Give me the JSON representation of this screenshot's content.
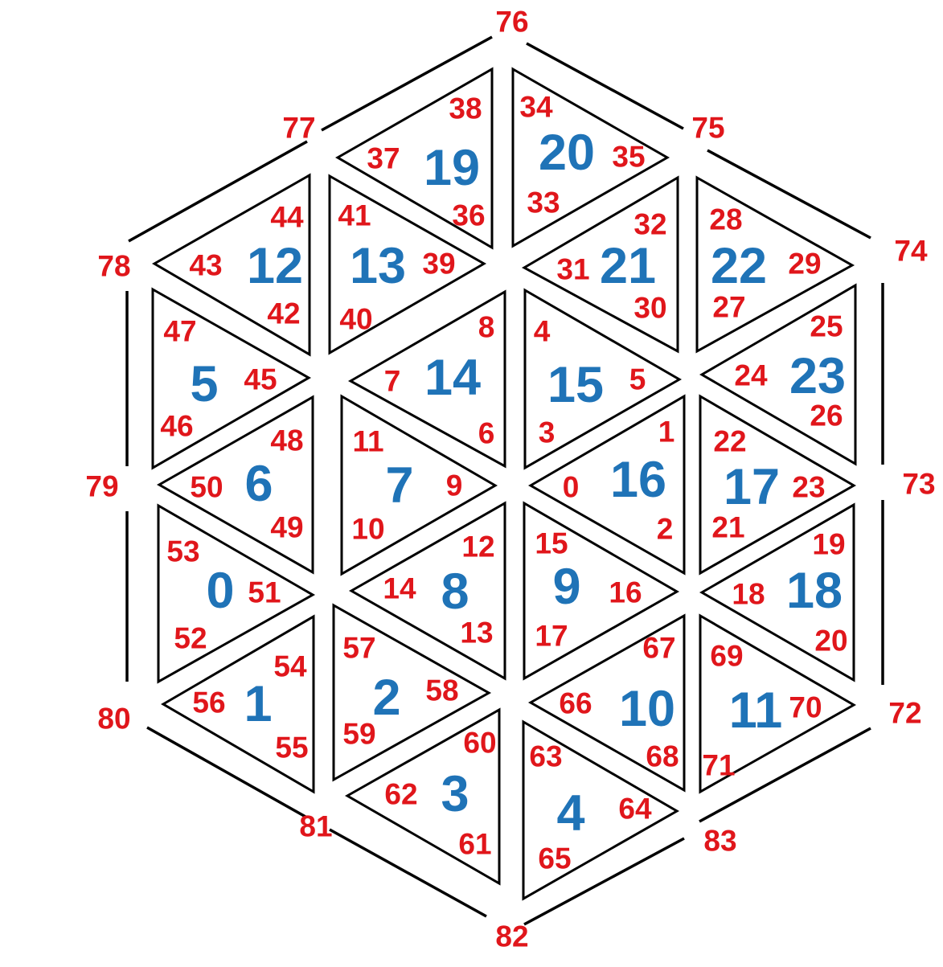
{
  "colors": {
    "face_label": "#1f73b7",
    "vertex_label": "#e0161b",
    "line": "#000000"
  },
  "faces": [
    {
      "id": "0",
      "corners": [
        "51",
        "52",
        "53"
      ]
    },
    {
      "id": "1",
      "corners": [
        "54",
        "55",
        "56"
      ]
    },
    {
      "id": "2",
      "corners": [
        "57",
        "58",
        "59"
      ]
    },
    {
      "id": "3",
      "corners": [
        "60",
        "61",
        "62"
      ]
    },
    {
      "id": "4",
      "corners": [
        "63",
        "64",
        "65"
      ]
    },
    {
      "id": "5",
      "corners": [
        "45",
        "46",
        "47"
      ]
    },
    {
      "id": "6",
      "corners": [
        "48",
        "49",
        "50"
      ]
    },
    {
      "id": "7",
      "corners": [
        "9",
        "10",
        "11"
      ]
    },
    {
      "id": "8",
      "corners": [
        "12",
        "13",
        "14"
      ]
    },
    {
      "id": "9",
      "corners": [
        "15",
        "16",
        "17"
      ]
    },
    {
      "id": "10",
      "corners": [
        "66",
        "67",
        "68"
      ]
    },
    {
      "id": "11",
      "corners": [
        "69",
        "70",
        "71"
      ]
    },
    {
      "id": "12",
      "corners": [
        "42",
        "43",
        "44"
      ]
    },
    {
      "id": "13",
      "corners": [
        "39",
        "40",
        "41"
      ]
    },
    {
      "id": "14",
      "corners": [
        "6",
        "7",
        "8"
      ]
    },
    {
      "id": "15",
      "corners": [
        "3",
        "4",
        "5"
      ]
    },
    {
      "id": "16",
      "corners": [
        "0",
        "1",
        "2"
      ]
    },
    {
      "id": "17",
      "corners": [
        "21",
        "22",
        "23"
      ]
    },
    {
      "id": "18",
      "corners": [
        "18",
        "19",
        "20"
      ]
    },
    {
      "id": "19",
      "corners": [
        "36",
        "37",
        "38"
      ]
    },
    {
      "id": "20",
      "corners": [
        "33",
        "34",
        "35"
      ]
    },
    {
      "id": "21",
      "corners": [
        "30",
        "31",
        "32"
      ]
    },
    {
      "id": "22",
      "corners": [
        "27",
        "28",
        "29"
      ]
    },
    {
      "id": "23",
      "corners": [
        "24",
        "25",
        "26"
      ]
    }
  ],
  "outer_vertices": [
    "72",
    "73",
    "74",
    "75",
    "76",
    "77",
    "78",
    "79",
    "80",
    "81",
    "82",
    "83"
  ]
}
